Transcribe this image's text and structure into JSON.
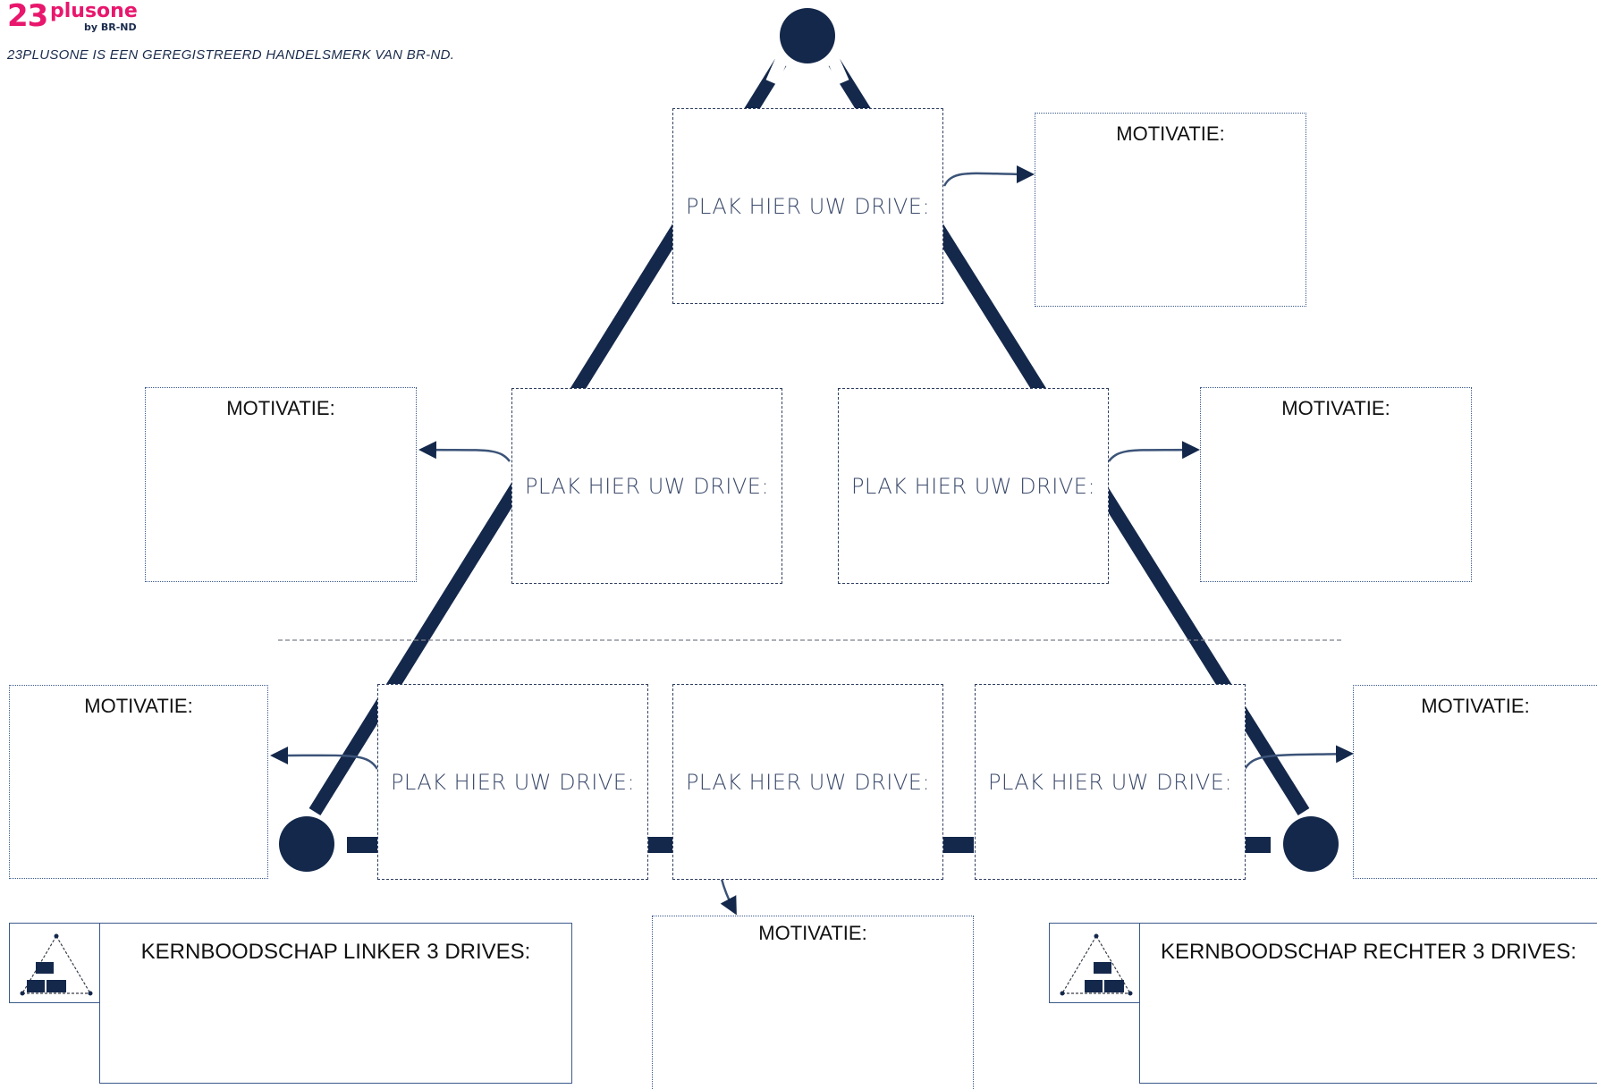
{
  "brand": {
    "logo_number": "23",
    "logo_word": "plusone",
    "logo_by": "by BR-ND",
    "trademark_note": "23PLUSONE IS EEN GEREGISTREERD HANDELSMERK VAN BR-ND."
  },
  "colors": {
    "navy": "#14284b",
    "pink": "#e8176d",
    "dashed_border": "#2f3f60",
    "dotted_border": "#3c5a8c"
  },
  "drives": {
    "top": "PLAK HIER UW DRIVE:",
    "middle_left": "PLAK HIER UW DRIVE:",
    "middle_right": "PLAK HIER UW DRIVE:",
    "bottom_left": "PLAK HIER UW DRIVE:",
    "bottom_center": "PLAK HIER UW DRIVE:",
    "bottom_right": "PLAK HIER UW DRIVE:"
  },
  "motivations": {
    "top": "MOTIVATIE:",
    "middle_left": "MOTIVATIE:",
    "middle_right": "MOTIVATIE:",
    "bottom_left": "MOTIVATIE:",
    "bottom_center": "MOTIVATIE:",
    "bottom_right": "MOTIVATIE:"
  },
  "core_messages": {
    "left": "KERNBOODSCHAP LINKER 3 DRIVES:",
    "right": "KERNBOODSCHAP RECHTER 3 DRIVES:"
  },
  "icons": {
    "vertex": "circle-node",
    "arrow": "curved-arrow",
    "mini_pyramid": "pyramid-icon"
  }
}
